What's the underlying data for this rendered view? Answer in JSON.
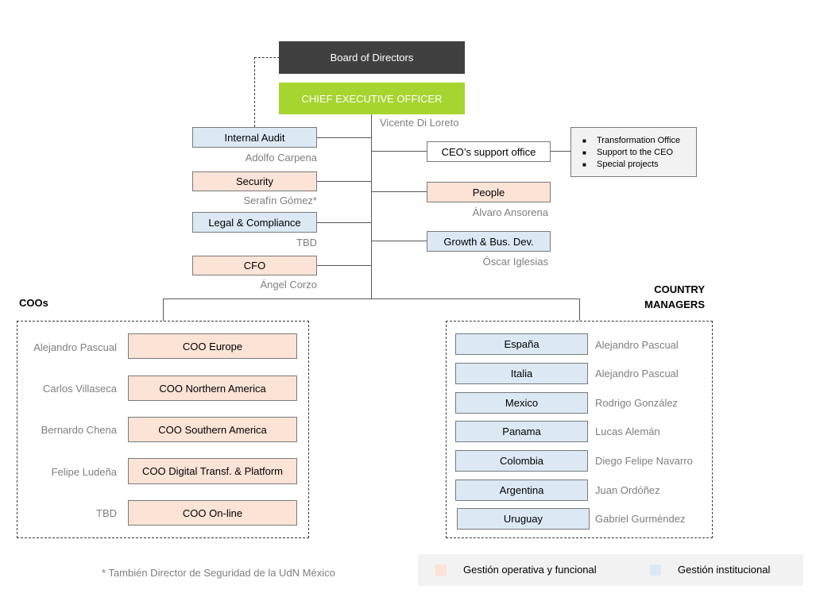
{
  "top": {
    "board": "Board of Directors",
    "ceo": "CHIEF EXECUTIVE OFFICER",
    "ceo_name": "Vicente Di Loreto"
  },
  "left_units": [
    {
      "label": "Internal Audit",
      "name": "Adolfo Carpena",
      "type": "blue"
    },
    {
      "label": "Security",
      "name": "Serafín Gómez*",
      "type": "orange"
    },
    {
      "label": "Legal & Compliance",
      "name": "TBD",
      "type": "blue"
    },
    {
      "label": "CFO",
      "name": "Ángel Corzo",
      "type": "orange"
    }
  ],
  "right_units": [
    {
      "label": "CEO’s support office",
      "name": "",
      "type": "white"
    },
    {
      "label": "People",
      "name": "Álvaro Ansorena",
      "type": "orange"
    },
    {
      "label": "Growth & Bus. Dev.",
      "name": "Óscar Iglesias",
      "type": "blue"
    }
  ],
  "support_office_items": [
    "Transformation Office",
    "Support to the CEO",
    "Special projects"
  ],
  "coos": {
    "title": "COOs",
    "items": [
      {
        "label": "COO Europe",
        "name": "Alejandro Pascual"
      },
      {
        "label": "COO Northern America",
        "name": "Carlos Villaseca"
      },
      {
        "label": "COO Southern America",
        "name": "Bernardo Chena"
      },
      {
        "label": "COO Digital Transf. & Platform",
        "name": "Felipe Ludeña"
      },
      {
        "label": "COO On-line",
        "name": "TBD"
      }
    ]
  },
  "country_managers": {
    "title_line1": "COUNTRY",
    "title_line2": "MANAGERS",
    "items": [
      {
        "label": "España",
        "name": "Alejandro Pascual"
      },
      {
        "label": "Italia",
        "name": "Alejandro Pascual"
      },
      {
        "label": "Mexico",
        "name": "Rodrigo González"
      },
      {
        "label": "Panama",
        "name": "Lucas Alemán"
      },
      {
        "label": "Colombia",
        "name": "Diego Felipe Navarro"
      },
      {
        "label": "Argentina",
        "name": "Juan Ordóñez"
      },
      {
        "label": "Uruguay",
        "name": "Gabriel Gurméndez"
      }
    ]
  },
  "footnote": "* También Director de Seguridad de la UdN México",
  "legend": {
    "orange_label": "Gestión operativa y funcional",
    "blue_label": "Gestión institucional",
    "orange_color": "#fbe3d6",
    "blue_color": "#dce9f5"
  },
  "colors": {
    "board": "#404040",
    "ceo": "#a6d52f"
  }
}
